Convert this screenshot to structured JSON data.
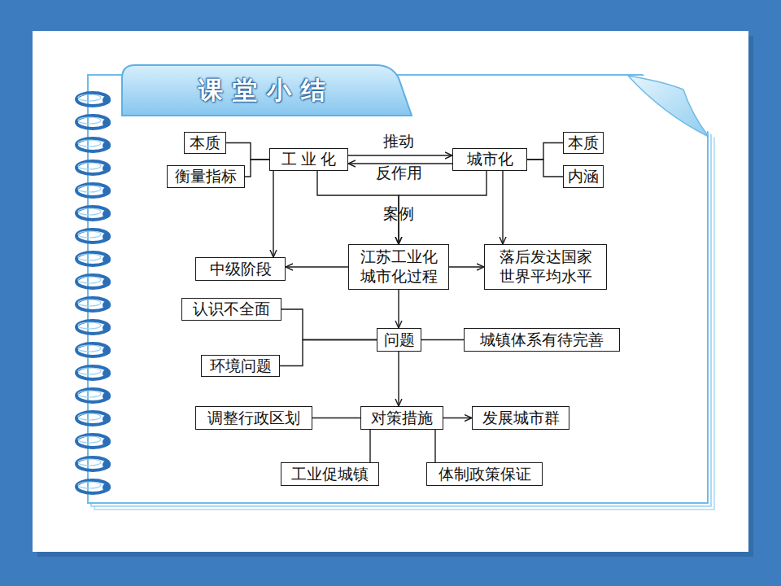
{
  "diagram": {
    "title": "课堂小结",
    "nodes": [
      {
        "text": [
          "本质"
        ]
      },
      {
        "text": [
          "衡量指标"
        ]
      },
      {
        "text": [
          "工 业 化"
        ]
      },
      {
        "text": [
          "城市化"
        ]
      },
      {
        "text": [
          "本质"
        ]
      },
      {
        "text": [
          "内涵"
        ]
      },
      {
        "text": [
          "中级阶段"
        ]
      },
      {
        "text": [
          "江苏工业化 城市化过程"
        ]
      },
      {
        "text": [
          "落后发达国家 世界平均水平"
        ]
      },
      {
        "text": [
          "认识不全面"
        ]
      },
      {
        "text": [
          "问题"
        ]
      },
      {
        "text": [
          "城镇体系有待完善"
        ]
      },
      {
        "text": [
          "环境问题"
        ]
      },
      {
        "text": [
          "调整行政区划"
        ]
      },
      {
        "text": [
          "对策措施"
        ]
      },
      {
        "text": [
          "发展城市群"
        ]
      },
      {
        "text": [
          "工业促城镇"
        ]
      },
      {
        "text": [
          "体制政策保证"
        ]
      }
    ],
    "edges": [
      {
        "from": 0,
        "to": 2,
        "arrow": "none"
      },
      {
        "from": 1,
        "to": 2,
        "arrow": "none"
      },
      {
        "from": 2,
        "to": 3,
        "label": "推动",
        "arrow": "to"
      },
      {
        "from": 3,
        "to": 2,
        "label": "反作用",
        "arrow": "to"
      },
      {
        "from": 3,
        "to": 4,
        "arrow": "none"
      },
      {
        "from": 3,
        "to": 5,
        "arrow": "none"
      },
      {
        "from": 2,
        "to": 7,
        "label": "案例",
        "arrow": "to"
      },
      {
        "from": 3,
        "to": 7,
        "arrow": "to"
      },
      {
        "from": 2,
        "to": 6,
        "arrow": "to"
      },
      {
        "from": 7,
        "to": 6,
        "arrow": "to"
      },
      {
        "from": 3,
        "to": 8,
        "arrow": "to"
      },
      {
        "from": 7,
        "to": 8,
        "arrow": "to"
      },
      {
        "from": 7,
        "to": 10,
        "arrow": "to"
      },
      {
        "from": 9,
        "to": 10,
        "arrow": "none"
      },
      {
        "from": 10,
        "to": 11,
        "arrow": "none"
      },
      {
        "from": 12,
        "to": 10,
        "arrow": "none"
      },
      {
        "from": 10,
        "to": 14,
        "arrow": "to"
      },
      {
        "from": 13,
        "to": 14,
        "arrow": "none"
      },
      {
        "from": 14,
        "to": 15,
        "arrow": "to"
      },
      {
        "from": 14,
        "to": 16,
        "arrow": "none"
      },
      {
        "from": 14,
        "to": 17,
        "arrow": "none"
      }
    ]
  }
}
